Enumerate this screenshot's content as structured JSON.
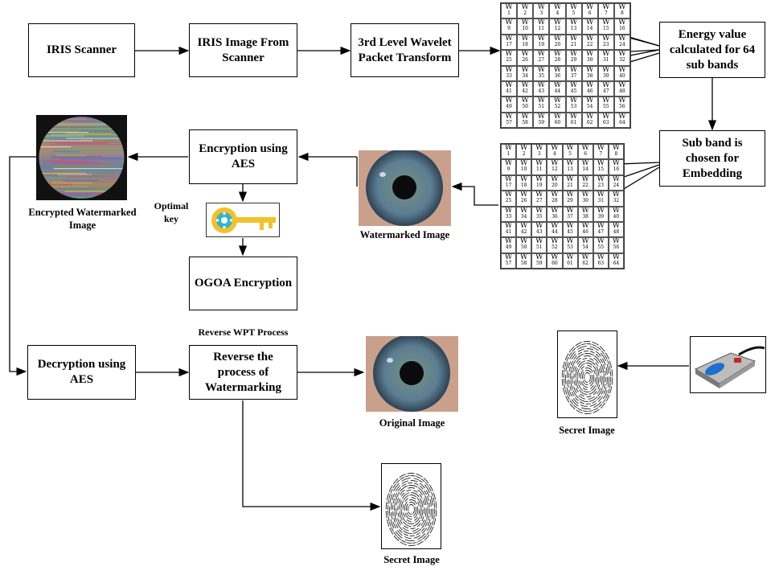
{
  "boxes": {
    "iris_scanner": "IRIS Scanner",
    "iris_image": "IRIS Image From Scanner",
    "wpt": "3rd Level Wavelet Packet Transform",
    "energy": "Energy value calculated for 64 sub bands",
    "subband": "Sub band is chosen for Embedding",
    "encryption": "Encryption using AES",
    "ogoa": "OGOA Encryption",
    "decryption": "Decryption using AES",
    "reverse": "Reverse the process of Watermarking"
  },
  "labels": {
    "encrypted_image": "Encrypted Watermarked Image",
    "optimal_key": "Optimal key",
    "watermarked_image": "Watermarked Image",
    "reverse_wpt": "Reverse WPT Process",
    "original_image": "Original Image",
    "secret_image_right": "Secret Image",
    "secret_image_bottom": "Secret Image"
  },
  "grid": {
    "cell_letter": "W",
    "count": 64
  },
  "colors": {
    "key_gold": "#f2c12e",
    "gear_teal": "#35b5c4",
    "iris_blue": "#5d7d92",
    "scanner_blue": "#1f6fd1"
  },
  "icons": [
    "key-gear-icon",
    "fingerprint-icon",
    "iris-eye-icon",
    "fingerprint-scanner-icon"
  ]
}
